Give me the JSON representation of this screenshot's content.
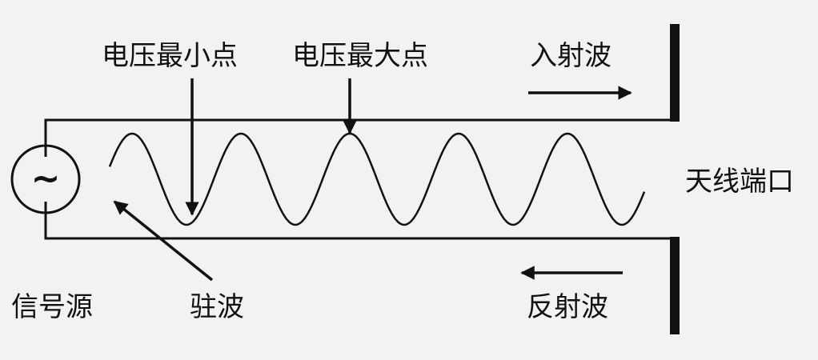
{
  "labels": {
    "voltage_min": "电压最小点",
    "voltage_max": "电压最大点",
    "incident_wave": "入射波",
    "reflected_wave": "反射波",
    "antenna_port": "天线端口",
    "signal_source": "信号源",
    "standing_wave": "驻波",
    "source_symbol": "~"
  },
  "colors": {
    "background": "#f2f2f2",
    "ink": "#111111"
  }
}
